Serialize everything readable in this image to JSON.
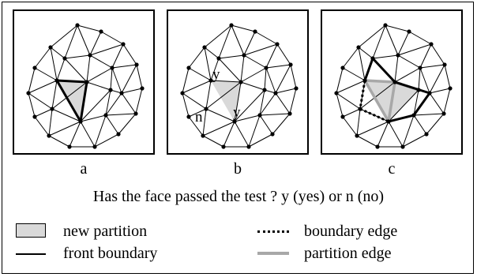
{
  "panels": [
    {
      "label": "a",
      "vertex_labels": []
    },
    {
      "label": "b",
      "vertex_labels": [
        "y",
        "n",
        "y"
      ]
    },
    {
      "label": "c",
      "vertex_labels": []
    }
  ],
  "question": "Has the face passed the test ? y (yes) or n (no)",
  "legend": {
    "new_partition": "new partition",
    "front_boundary": "front boundary",
    "boundary_edge": "boundary edge",
    "partition_edge": "partition edge"
  },
  "colors": {
    "partition_fill": "#d9d9d9",
    "partition_edge": "#a8a8a8",
    "line": "#000000"
  }
}
